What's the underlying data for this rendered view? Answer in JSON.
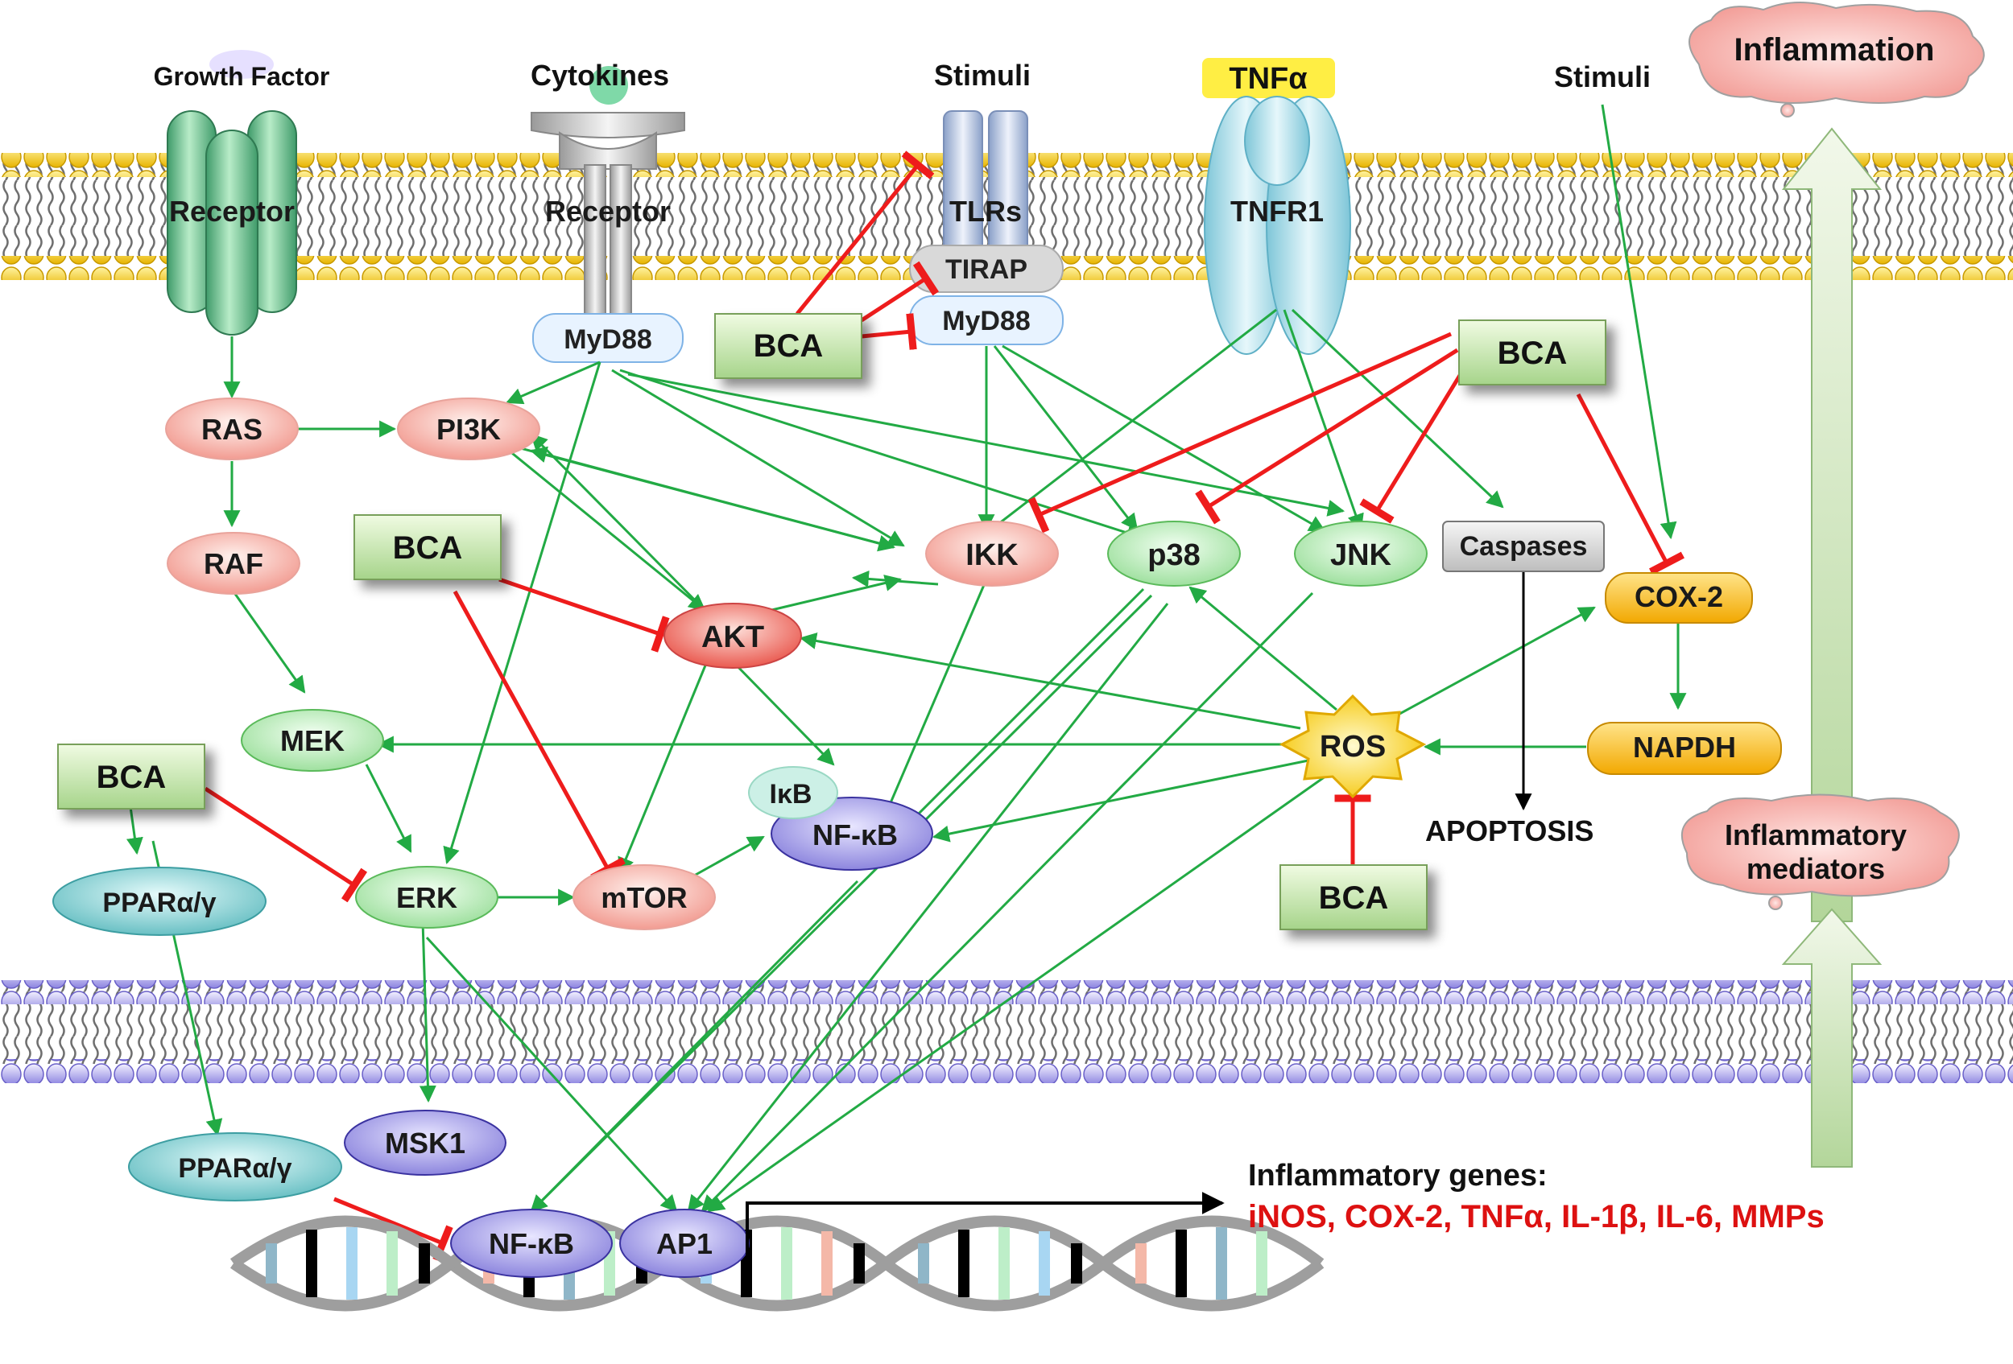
{
  "labels": {
    "growth_factor": "Growth Factor",
    "cytokines": "Cytokines",
    "stimuli_tlr": "Stimuli",
    "tnfa": "TNFα",
    "stimuli_cox": "Stimuli",
    "receptor_gf": "Receptor",
    "receptor_cyto": "Receptor",
    "tlrs": "TLRs",
    "tirap": "TIRAP",
    "tnfr1": "TNFR1",
    "myd88_left": "MyD88",
    "myd88_right": "MyD88",
    "inflammation": "Inflammation",
    "inflammatory_mediators_1": "Inflammatory",
    "inflammatory_mediators_2": "mediators",
    "apoptosis": "APOPTOSIS",
    "inflammatory_genes": "Inflammatory genes:",
    "gene_list": "iNOS, COX-2, TNFα, IL-1β, IL-6, MMPs"
  },
  "nodes": {
    "ras": "RAS",
    "pi3k": "PI3K",
    "raf": "RAF",
    "mek": "MEK",
    "erk": "ERK",
    "akt": "AKT",
    "mtor": "mTOR",
    "ikk": "IKK",
    "p38": "p38",
    "jnk": "JNK",
    "caspases": "Caspases",
    "cox2": "COX-2",
    "napdh": "NAPDH",
    "ros": "ROS",
    "ikb": "IκB",
    "nfkb_cyto": "NF-κB",
    "ppar_top": "PPARα/γ",
    "ppar_bottom": "PPARα/γ",
    "msk1": "MSK1",
    "nfkb_nuc": "NF-κB",
    "ap1": "AP1"
  },
  "bca": {
    "top": "BCA",
    "right": "BCA",
    "mid": "BCA",
    "left": "BCA",
    "ros": "BCA"
  },
  "colors": {
    "activation": "#22aa44",
    "inhibition": "#ee1c1c",
    "gene_text": "#dd1111"
  }
}
